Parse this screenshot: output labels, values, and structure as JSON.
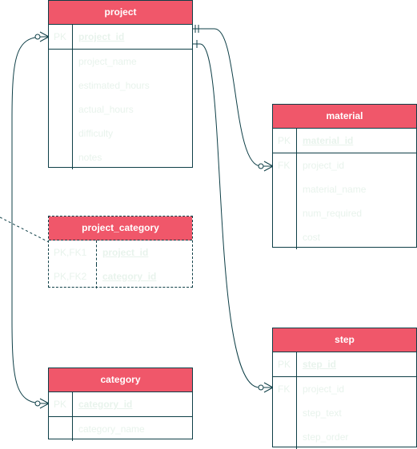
{
  "diagram": {
    "entities": {
      "project": {
        "title": "project",
        "rows": [
          {
            "key": "PK",
            "field": "project_id"
          },
          {
            "key": "",
            "field": "project_name"
          },
          {
            "key": "",
            "field": "estimated_hours"
          },
          {
            "key": "",
            "field": "actual_hours"
          },
          {
            "key": "",
            "field": "difficulty"
          },
          {
            "key": "",
            "field": "notes"
          }
        ]
      },
      "material": {
        "title": "material",
        "rows": [
          {
            "key": "PK",
            "field": "material_id"
          },
          {
            "key": "FK",
            "field": "project_id"
          },
          {
            "key": "",
            "field": "material_name"
          },
          {
            "key": "",
            "field": "num_required"
          },
          {
            "key": "",
            "field": "cost"
          }
        ]
      },
      "project_category": {
        "title": "project_category",
        "rows": [
          {
            "key": "PK,FK1",
            "field": "project_id"
          },
          {
            "key": "PK,FK2",
            "field": "category_id"
          }
        ]
      },
      "step": {
        "title": "step",
        "rows": [
          {
            "key": "PK",
            "field": "step_id"
          },
          {
            "key": "FK",
            "field": "project_id"
          },
          {
            "key": "",
            "field": "step_text"
          },
          {
            "key": "",
            "field": "step_order"
          }
        ]
      },
      "category": {
        "title": "category",
        "rows": [
          {
            "key": "PK",
            "field": "category_id"
          },
          {
            "key": "",
            "field": "category_name"
          }
        ]
      }
    },
    "relationships": [
      {
        "from": "project",
        "to": "material",
        "cardinality": "one-to-many"
      },
      {
        "from": "project",
        "to": "step",
        "cardinality": "one-to-many"
      },
      {
        "from": "project",
        "to": "category",
        "cardinality": "many-to-many",
        "via": "project_category"
      }
    ],
    "colors": {
      "header": "#f0576a",
      "border": "#0e3f47",
      "field_text": "#e8f3ec",
      "header_text": "#ffffff"
    }
  }
}
